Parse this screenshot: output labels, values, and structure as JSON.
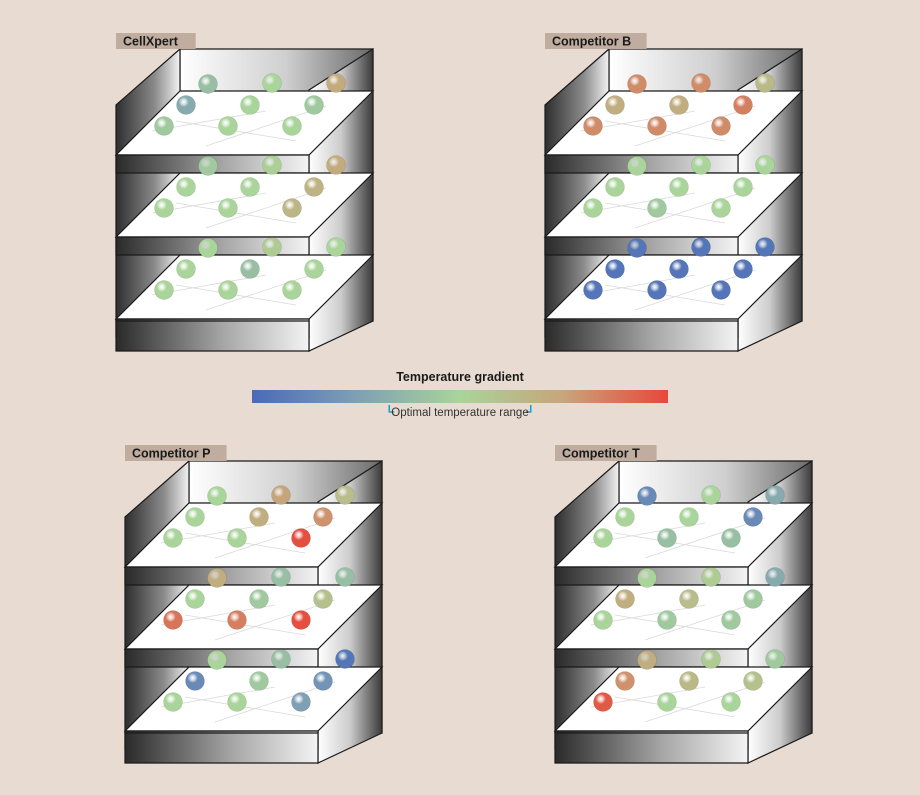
{
  "colors": {
    "background": "#e8dcd2",
    "label_bg": "#c0ada0",
    "bracket": "#2a9bd6",
    "gradient_stops": [
      "#4a6ab8",
      "#7e9fb4",
      "#a9d49a",
      "#c7a57a",
      "#e8473a"
    ]
  },
  "gradient": {
    "title": "Temperature gradient",
    "optimal_label": "Optimal temperature range",
    "optimal_range": [
      0.33,
      0.67
    ]
  },
  "incubators": [
    {
      "label": "CellXpert",
      "shelves": [
        [
          0.4,
          0.5,
          0.72,
          0.3,
          0.5,
          0.45,
          0.45,
          0.5,
          0.5
        ],
        [
          0.45,
          0.52,
          0.72,
          0.5,
          0.5,
          0.68,
          0.5,
          0.5,
          0.66
        ],
        [
          0.5,
          0.55,
          0.5,
          0.5,
          0.4,
          0.5,
          0.5,
          0.5,
          0.5
        ]
      ]
    },
    {
      "label": "Competitor B",
      "shelves": [
        [
          0.82,
          0.82,
          0.64,
          0.7,
          0.7,
          0.85,
          0.82,
          0.82,
          0.82
        ],
        [
          0.5,
          0.5,
          0.5,
          0.5,
          0.5,
          0.5,
          0.5,
          0.45,
          0.5
        ],
        [
          0.05,
          0.05,
          0.05,
          0.05,
          0.05,
          0.05,
          0.05,
          0.05,
          0.05
        ]
      ]
    },
    {
      "label": "Competitor P",
      "shelves": [
        [
          0.5,
          0.75,
          0.62,
          0.5,
          0.7,
          0.8,
          0.5,
          0.5,
          0.98
        ],
        [
          0.7,
          0.4,
          0.4,
          0.5,
          0.45,
          0.6,
          0.88,
          0.85,
          0.98
        ],
        [
          0.5,
          0.4,
          0.05,
          0.15,
          0.45,
          0.2,
          0.5,
          0.5,
          0.25
        ]
      ]
    },
    {
      "label": "Competitor T",
      "shelves": [
        [
          0.15,
          0.5,
          0.3,
          0.5,
          0.5,
          0.15,
          0.5,
          0.4,
          0.4
        ],
        [
          0.5,
          0.55,
          0.3,
          0.7,
          0.62,
          0.45,
          0.5,
          0.45,
          0.45
        ],
        [
          0.7,
          0.55,
          0.45,
          0.8,
          0.65,
          0.6,
          0.95,
          0.5,
          0.5
        ]
      ]
    }
  ]
}
